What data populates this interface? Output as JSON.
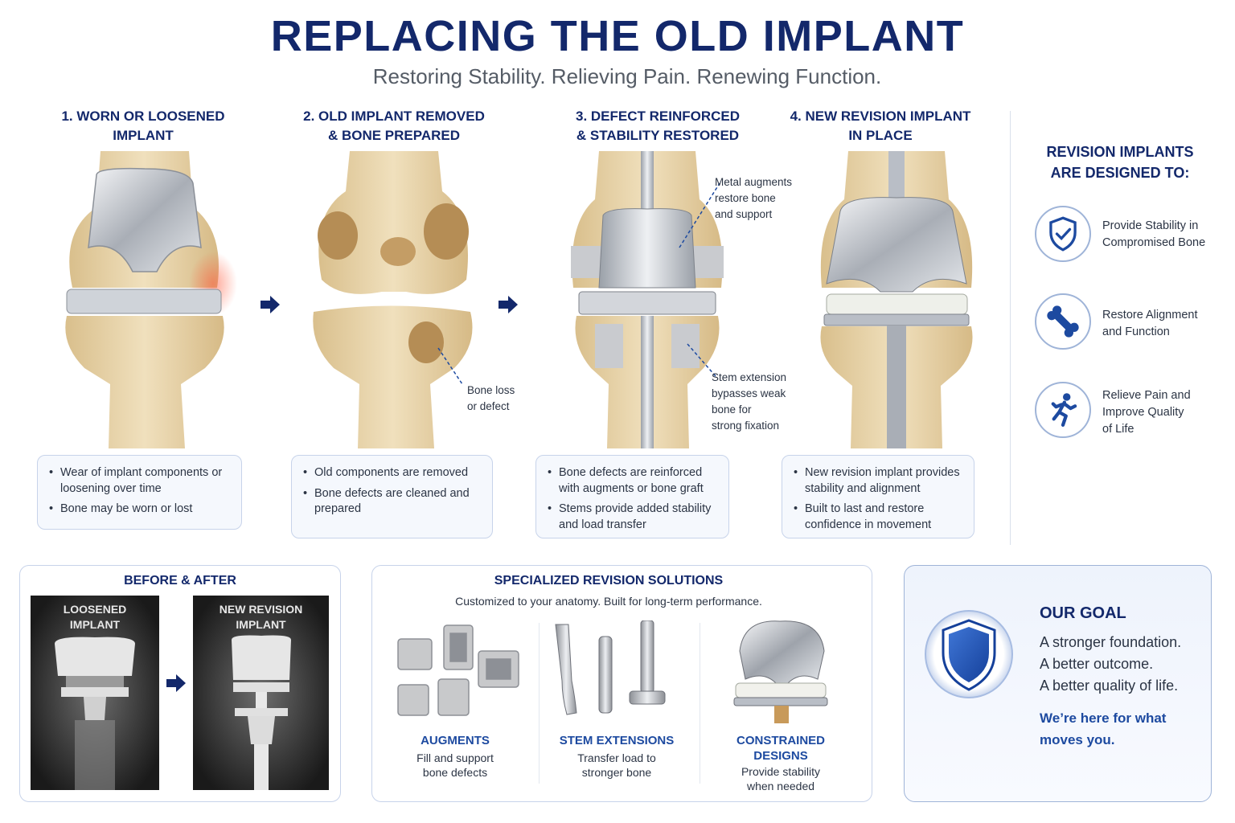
{
  "header": {
    "title": "REPLACING THE OLD IMPLANT",
    "subtitle": "Restoring Stability. Relieving Pain. Renewing Function."
  },
  "steps": [
    {
      "title_line1": "1. WORN OR LOOSENED",
      "title_line2": "IMPLANT",
      "bullets": [
        "Wear of implant components or loosening over time",
        "Bone may be worn or lost"
      ]
    },
    {
      "title_line1": "2. OLD IMPLANT REMOVED",
      "title_line2": "& BONE PREPARED",
      "callout": [
        "Bone loss",
        "or defect"
      ],
      "bullets": [
        "Old components are removed",
        "Bone defects are cleaned and prepared"
      ]
    },
    {
      "title_line1": "3. DEFECT REINFORCED",
      "title_line2": "& STABILITY RESTORED",
      "callout_top": [
        "Metal augments",
        "restore bone",
        "and support"
      ],
      "callout_bottom": [
        "Stem extension",
        "bypasses weak",
        "bone for",
        "strong fixation"
      ],
      "bullets": [
        "Bone defects are reinforced with augments or bone graft",
        "Stems provide added stability and load transfer"
      ]
    },
    {
      "title_line1": "4. NEW REVISION IMPLANT",
      "title_line2": "IN PLACE",
      "bullets": [
        "New revision implant provides stability and alignment",
        "Built to last and restore confidence in movement"
      ]
    }
  ],
  "sidebar": {
    "title_line1": "REVISION IMPLANTS",
    "title_line2": "ARE DESIGNED TO:",
    "features": [
      {
        "icon": "shield-check-icon",
        "line1": "Provide Stability in",
        "line2": "Compromised Bone",
        "line3": ""
      },
      {
        "icon": "bone-icon",
        "line1": "Restore Alignment",
        "line2": "and Function",
        "line3": ""
      },
      {
        "icon": "running-person-icon",
        "line1": "Relieve Pain and",
        "line2": "Improve Quality",
        "line3": "of Life"
      }
    ]
  },
  "before_after": {
    "title": "BEFORE & AFTER",
    "before_line1": "LOOSENED",
    "before_line2": "IMPLANT",
    "after_line1": "NEW REVISION",
    "after_line2": "IMPLANT"
  },
  "solutions": {
    "title": "SPECIALIZED REVISION SOLUTIONS",
    "subtitle": "Customized to your anatomy. Built for long-term performance.",
    "items": [
      {
        "name_line1": "AUGMENTS",
        "name_line2": "",
        "desc_line1": "Fill and support",
        "desc_line2": "bone defects"
      },
      {
        "name_line1": "STEM EXTENSIONS",
        "name_line2": "",
        "desc_line1": "Transfer load to",
        "desc_line2": "stronger bone"
      },
      {
        "name_line1": "CONSTRAINED",
        "name_line2": "DESIGNS",
        "desc_line1": "Provide stability",
        "desc_line2": "when needed"
      }
    ]
  },
  "goal": {
    "title": "OUR GOAL",
    "lines": [
      "A stronger foundation.",
      "A better outcome.",
      "A better quality of life."
    ],
    "tagline_line1": "We’re here for what",
    "tagline_line2": "moves you."
  },
  "colors": {
    "navy": "#13286b",
    "accent_blue": "#1d4aa0",
    "bone": "#e8d3a8",
    "metal": "#b9bec6"
  }
}
